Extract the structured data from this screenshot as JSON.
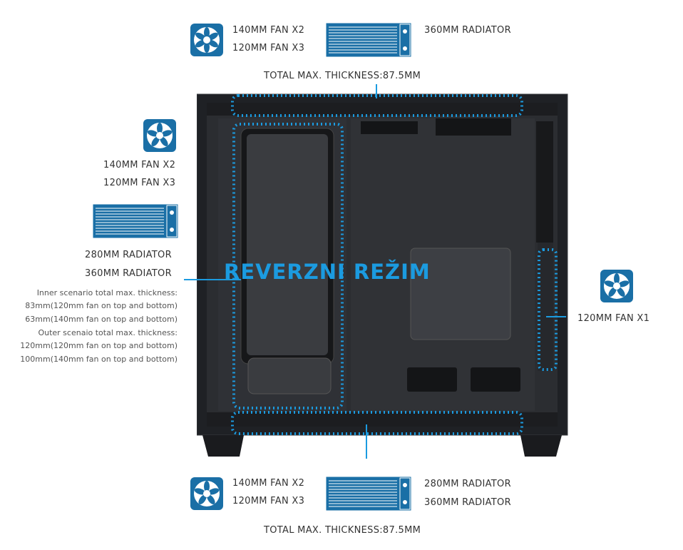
{
  "colors": {
    "accent": "#1a6fa6",
    "highlight": "#1b9be0",
    "case": "#1f2125"
  },
  "top": {
    "fan1": "140MM FAN X2",
    "fan2": "120MM FAN X3",
    "radiator": "360MM RADIATOR",
    "thickness": "TOTAL MAX. THICKNESS:87.5MM"
  },
  "left": {
    "fan1": "140MM FAN X2",
    "fan2": "120MM FAN X3",
    "rad1": "280MM RADIATOR",
    "rad2": "360MM RADIATOR",
    "notes": [
      "Inner scenario total max. thickness:",
      "83mm(120mm fan on top and bottom)",
      "63mm(140mm fan on top and bottom)",
      "Outer scenaio total max. thickness:",
      "120mm(120mm fan on top and bottom)",
      "100mm(140mm fan on top and bottom)"
    ]
  },
  "right": {
    "fan": "120MM FAN X1"
  },
  "bottom": {
    "fan1": "140MM FAN X2",
    "fan2": "120MM FAN X3",
    "rad1": "280MM RADIATOR",
    "rad2": "360MM RADIATOR",
    "thickness": "TOTAL MAX. THICKNESS:87.5MM"
  },
  "overlay_title": "REVERZNI REŽIM",
  "icons": {
    "fan": "fan-icon",
    "radiator": "radiator-icon"
  }
}
